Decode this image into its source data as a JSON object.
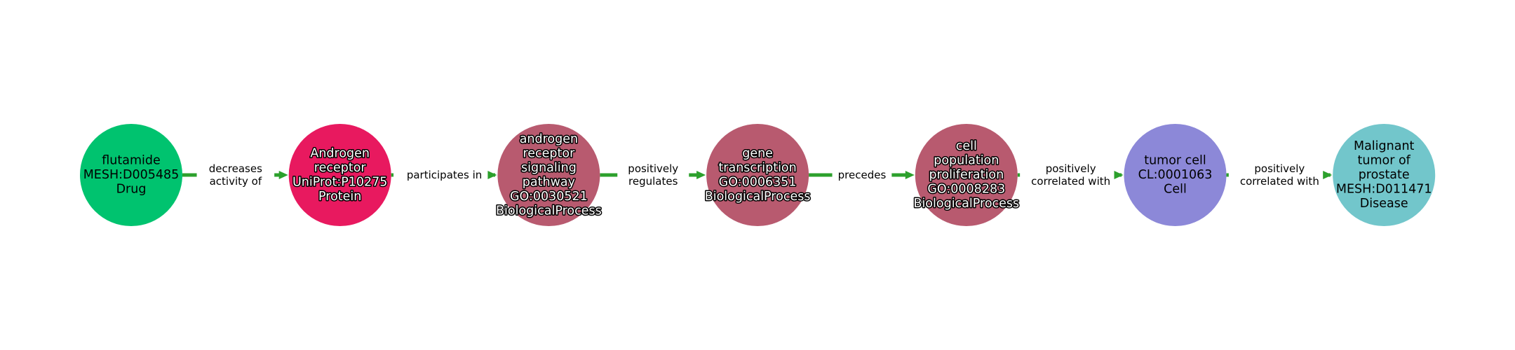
{
  "graph": {
    "edge_color": "#2ca02c",
    "nodes": [
      {
        "lines": [
          "flutamide",
          "MESH:D005485",
          "Drug"
        ],
        "color": "#00c36f",
        "outlined": false
      },
      {
        "lines": [
          "Androgen",
          "receptor",
          "UniProt:P10275",
          "Protein"
        ],
        "color": "#e8195f",
        "outlined": true
      },
      {
        "lines": [
          "androgen",
          "receptor",
          "signaling",
          "pathway",
          "GO:0030521",
          "BiologicalProcess"
        ],
        "color": "#b85a6f",
        "outlined": true
      },
      {
        "lines": [
          "gene",
          "transcription",
          "GO:0006351",
          "BiologicalProcess"
        ],
        "color": "#b85a6f",
        "outlined": true
      },
      {
        "lines": [
          "cell",
          "population",
          "proliferation",
          "GO:0008283",
          "BiologicalProcess"
        ],
        "color": "#b85a6f",
        "outlined": true
      },
      {
        "lines": [
          "tumor cell",
          "CL:0001063",
          "Cell"
        ],
        "color": "#8c88d8",
        "outlined": false
      },
      {
        "lines": [
          "Malignant",
          "tumor of",
          "prostate",
          "MESH:D011471",
          "Disease"
        ],
        "color": "#72c6cb",
        "outlined": false
      }
    ],
    "edges": [
      {
        "lines": [
          "decreases",
          "activity of"
        ]
      },
      {
        "lines": [
          "participates in"
        ]
      },
      {
        "lines": [
          "positively",
          "regulates"
        ]
      },
      {
        "lines": [
          "precedes"
        ]
      },
      {
        "lines": [
          "positively",
          "correlated with"
        ]
      },
      {
        "lines": [
          "positively",
          "correlated with"
        ]
      }
    ]
  }
}
